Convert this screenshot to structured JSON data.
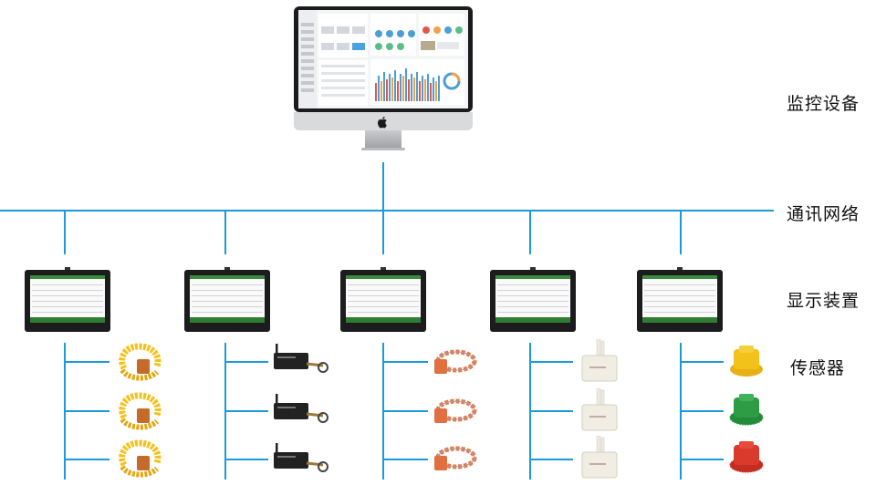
{
  "labels": {
    "monitor": "监控设备",
    "network": "通讯网络",
    "display": "显示装置",
    "sensor": "传感器"
  },
  "colors": {
    "line": "#1a9ad9",
    "sensor_yellow": "#f2c21b",
    "sensor_green": "#2e9b45",
    "sensor_red": "#d93a2b",
    "sensor_orange": "#e8794a"
  },
  "sensor_columns": [
    {
      "kind": "cable-tie-sensor-icon"
    },
    {
      "kind": "wireless-module-icon"
    },
    {
      "kind": "ring-sensor-icon"
    },
    {
      "kind": "enclosure-sensor-icon"
    },
    {
      "kind": "colored-clip-sensor-icon"
    }
  ]
}
